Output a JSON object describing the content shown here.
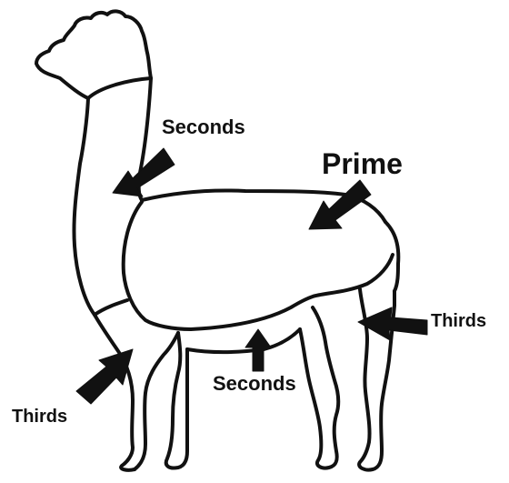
{
  "labels": {
    "prime": "Prime",
    "seconds_neck": "Seconds",
    "seconds_belly": "Seconds",
    "thirds_front": "Thirds",
    "thirds_rear": "Thirds"
  },
  "colors": {
    "outline": "#111111",
    "background": "#ffffff"
  }
}
